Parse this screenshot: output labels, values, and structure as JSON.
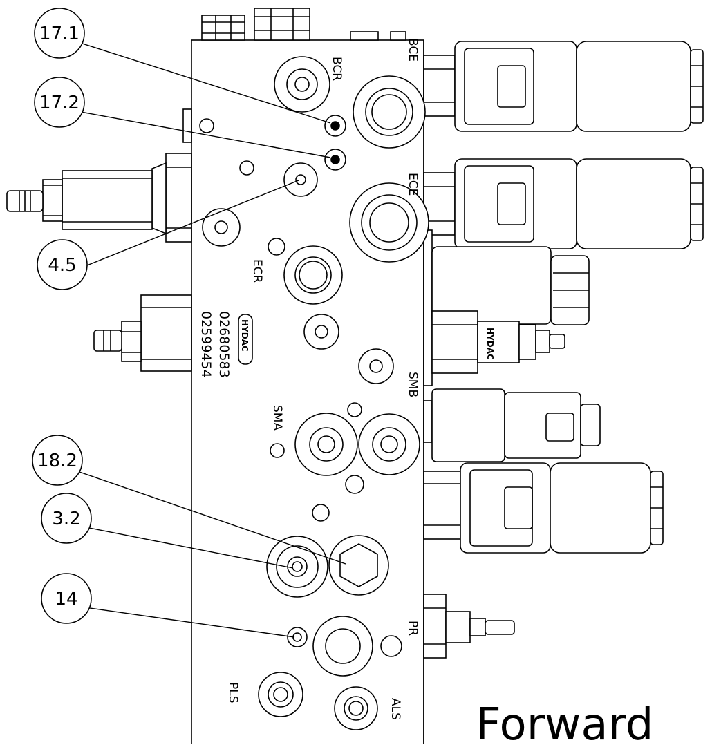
{
  "callouts": [
    {
      "id": "c171",
      "label": "17.1"
    },
    {
      "id": "c172",
      "label": "17.2"
    },
    {
      "id": "c45",
      "label": "4.5"
    },
    {
      "id": "c182",
      "label": "18.2"
    },
    {
      "id": "c32",
      "label": "3.2"
    },
    {
      "id": "c14",
      "label": "14"
    }
  ],
  "ports": {
    "bcr": "BCR",
    "bce": "BCE",
    "ece": "ECE",
    "ecr": "ECR",
    "smb": "SMB",
    "sma": "SMA",
    "pr": "PR",
    "pls": "PLS",
    "als": "ALS"
  },
  "stamp": {
    "brand": "HYDAC",
    "number1": "02680583",
    "number2": "02599454"
  },
  "valve_brand": "HYDAC",
  "view_label": "Forward"
}
